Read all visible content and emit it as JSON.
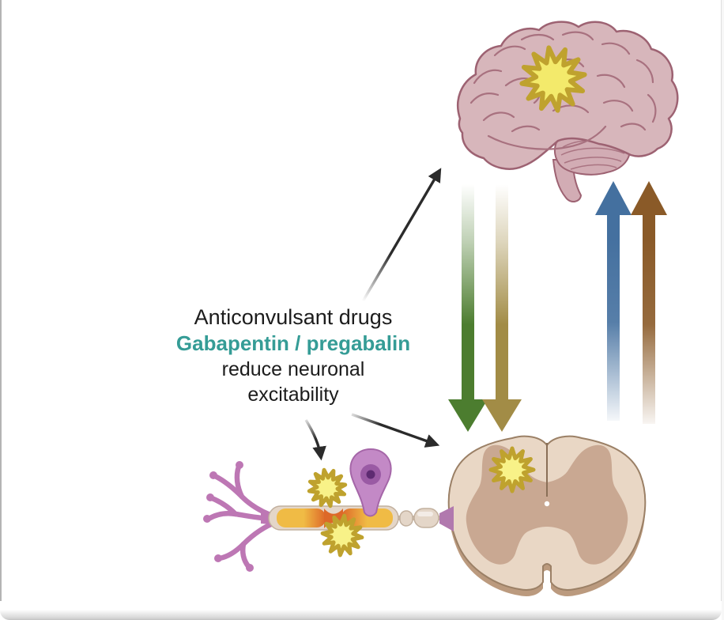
{
  "figure": {
    "caption": {
      "line1": "Anticonvulsant drugs",
      "line2": "Gabapentin / pregabalin",
      "line3": "reduce neuronal",
      "line4": "excitability"
    },
    "icons": {
      "brain": "brain-illustration",
      "brain_flash": "seizure-starburst-on-brain",
      "spinal_cord": "spinal-cord-cross-section-illustration",
      "cord_flash": "hyperexcitability-starburst-on-spinal-cord",
      "neuron": "sensory-neuron-illustration",
      "neuron_flashes": "ectopic-firing-starbursts-on-axon",
      "descending_arrows": "descending-pathway-arrows",
      "ascending_arrows": "ascending-pathway-arrows",
      "pointer_arrows": "black-annotation-arrows"
    },
    "colors": {
      "black_text": "#1c1c1c",
      "teal_text": "#359c96",
      "arrow_black": "#2b2b2b",
      "arrow_green": "#4c7d2f",
      "arrow_olive": "#a28c46",
      "arrow_blue": "#44709f",
      "arrow_brown": "#8a5a28",
      "brain_fill": "#d7b6bb",
      "brain_outline": "#9d6272",
      "brain_line": "#a8717f",
      "cerebellum_fill": "#d2acb4",
      "cord_outer": "#e9d7c5",
      "cord_outline": "#9b8066",
      "cord_gray": "#c9a892",
      "cord_rim": "#bb9a7e",
      "canal_white": "#ffffff",
      "star_fill": "#f8f288",
      "star_fill_deep": "#f3ea6b",
      "star_stroke": "#bfa22e",
      "neuron_purple": "#bd77b4",
      "cellbody_fill": "#c389c6",
      "cellbody_outline": "#a566a8",
      "nucleus_fill": "#9a5aa4",
      "nucleolus_fill": "#5e2b72",
      "axon_yellow": "#f0bb45",
      "axon_orange": "#dd6828",
      "myelin_beige": "#e4d6c8",
      "myelin_outline": "#c2b09e",
      "connector_purple": "#b179ae",
      "frame_border": "#b4b4b4"
    }
  }
}
